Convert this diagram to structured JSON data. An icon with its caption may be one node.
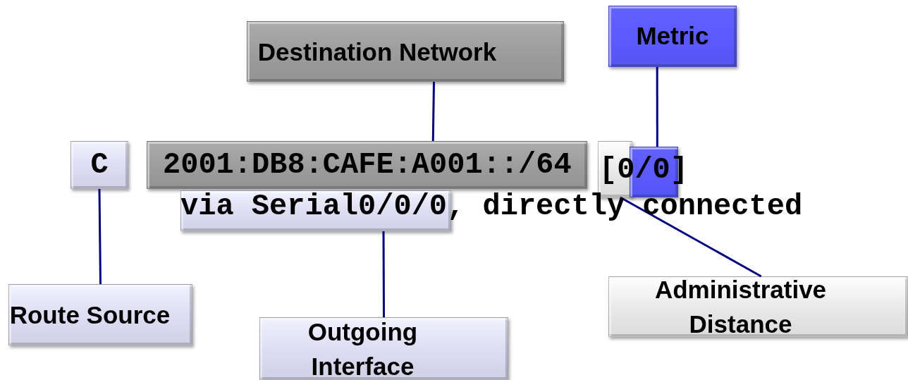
{
  "diagram": {
    "nodes": [
      {
        "text": [
          "Destination Network"
        ]
      },
      {
        "text": [
          "Metric"
        ]
      },
      {
        "text": [
          "C"
        ]
      },
      {
        "text": [
          "2001:DB8:CAFE:A001::/64"
        ]
      },
      {
        "text": [],
        "shape": "box"
      },
      {
        "text": [],
        "shape": "box"
      },
      {
        "text": [],
        "shape": "box"
      },
      {
        "text": [
          "Route Source"
        ]
      },
      {
        "text": [
          "Outgoing Interface"
        ]
      },
      {
        "text": [
          "Administrative Distance"
        ]
      }
    ],
    "edges": [
      {
        "from": 0,
        "to": 3,
        "arrow": "none"
      },
      {
        "from": 1,
        "to": 5,
        "arrow": "none"
      },
      {
        "from": 2,
        "to": 7,
        "arrow": "none"
      },
      {
        "from": 6,
        "to": 8,
        "arrow": "none"
      },
      {
        "from": 9,
        "to": 4,
        "arrow": "none"
      }
    ],
    "labels": [
      "[0/0]",
      "via Serial0/0/0, directly connected"
    ]
  }
}
